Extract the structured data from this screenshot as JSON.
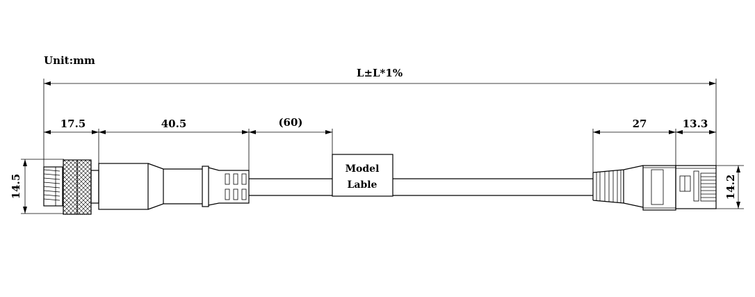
{
  "unit_label": "Unit:mm",
  "overall_length": "L±L*1%",
  "dimensions": {
    "nut_length": "17.5",
    "body_length": "40.5",
    "cable_to_label": "(60)",
    "rj45_boot_length": "27",
    "rj45_plug_length": "13.3",
    "left_diameter": "14.5",
    "right_height": "14.2"
  },
  "label_box": {
    "line1": "Model",
    "line2": "Lable"
  }
}
